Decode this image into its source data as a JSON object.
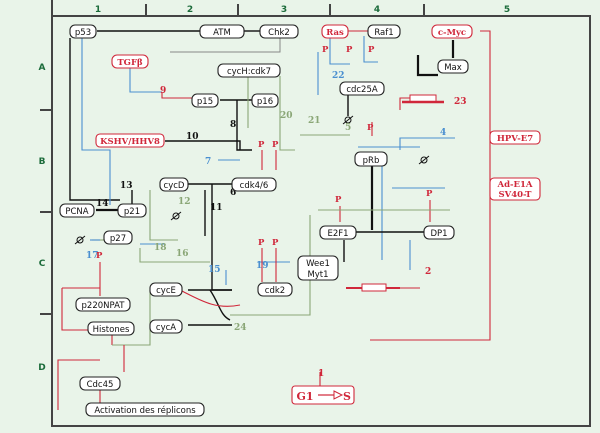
{
  "grid": {
    "columns": [
      "1",
      "2",
      "3",
      "4",
      "5"
    ],
    "rows": [
      "A",
      "B",
      "C",
      "D"
    ]
  },
  "nodes": {
    "p53": "p53",
    "atm": "ATM",
    "chk2": "Chk2",
    "ras": "Ras",
    "raf1": "Raf1",
    "cmyc": "c-Myc",
    "max": "Max",
    "tgfb": "TGFβ",
    "cych_cdk7": "cycH:cdk7",
    "cdc25a": "cdc25A",
    "p15": "p15",
    "p16": "p16",
    "kshv": "KSHV/HHV8",
    "prb": "pRb",
    "hpv": "HPV-E7",
    "cycd": "cycD",
    "cdk46": "cdk4/6",
    "ade1a": "Ad-E1A",
    "sv40": "SV40-T",
    "pcna": "PCNA",
    "p21": "p21",
    "e2f1": "E2F1",
    "dp1": "DP1",
    "p27": "p27",
    "wee1": "Wee1",
    "myt1": "Myt1",
    "cyce": "cycE",
    "cdk2": "cdk2",
    "cyca": "cycA",
    "p220": "p220NPAT",
    "histones": "Histones",
    "cdc45": "Cdc45",
    "replicons": "Activation des réplicons",
    "g1s_g1": "G1",
    "g1s_s": "S"
  },
  "phospho": "P",
  "numbers": {
    "n1": "1",
    "n2": "2",
    "n4": "4",
    "n5": "5",
    "n6": "6",
    "n7": "7",
    "n8": "8",
    "n9": "9",
    "n10": "10",
    "n11": "11",
    "n12": "12",
    "n13": "13",
    "n14": "14",
    "n15": "15",
    "n16": "16",
    "n17": "17",
    "n18": "18",
    "n19": "19",
    "n20": "20",
    "n21": "21",
    "n22": "22",
    "n23": "23",
    "n24": "24"
  },
  "colors": {
    "background": "#e9f4e9",
    "activator": "#d0273a",
    "inhibitor": "#4a8fd0",
    "green_path": "#8aa676",
    "grid_label": "#1b6b3a"
  }
}
